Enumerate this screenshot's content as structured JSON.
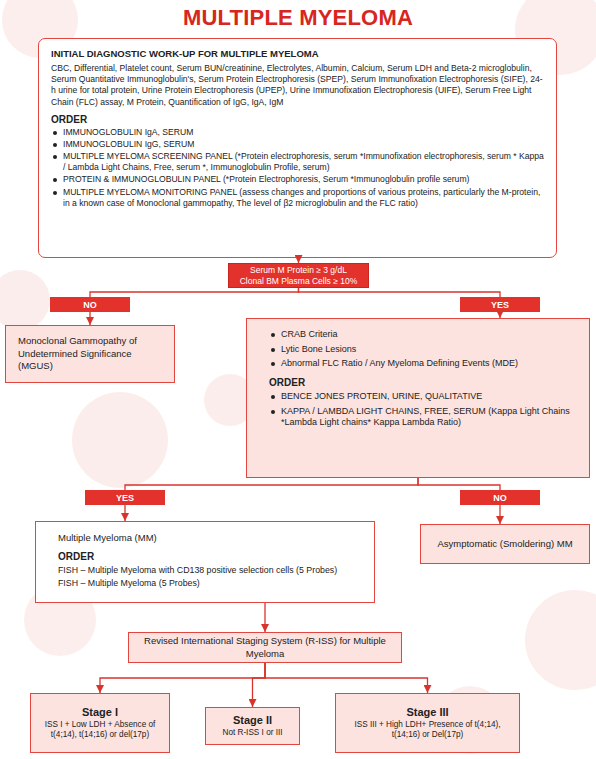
{
  "diagram": {
    "title": "MULTIPLE MYELOMA",
    "nodes": [
      {
        "text": [
          "INITIAL DIAGNOSTIC WORK-UP FOR MULTIPLE MYELOMA",
          "CBC, Differential, Platelet count, Serum BUN/creatinine, Electrolytes, Albumin, Calcium, Serum LDH and Beta-2 microglobulin, Serum Quantitative Immunoglobulin's, Serum Protein Electrophoresis (SPEP), Serum Immunofixation Electrophoresis (SIFE), 24-h urine for total protein, Urine Protein Electrophoresis (UPEP), Urine Immunofixation Electrophoresis (UIFE), Serum Free Light Chain (FLC) assay, M Protein, Quantification of IgG, IgA, IgM",
          "ORDER",
          "IMMUNOGLOBULIN IgA, SERUM",
          "IMMUNOGLOBULIN IgG, SERUM",
          "MULTIPLE MYELOMA SCREENING PANEL (*Protein electrophoresis, serum *Immunofixation electrophoresis, serum * Kappa / Lambda Light Chains, Free, serum *, Immunoglobulin Profile, serum)",
          "PROTEIN & IMMUNOGLOBULIN PANEL (*Protein Electrophoresis, Serum *Immunoglobulin profile serum)",
          "MULTIPLE MYELOMA MONITORING PANEL (assess changes and proportions of various proteins, particularly the M-protein, in a known case of Monoclonal gammopathy, The level of β2 microglobulin and the FLC ratio)"
        ]
      },
      {
        "text": [
          "Serum M Protein ≥ 3 g/dL Clonal BM Plasma Cells ≥ 10%"
        ]
      },
      {
        "text": [
          "NO"
        ]
      },
      {
        "text": [
          "YES"
        ]
      },
      {
        "text": [
          "Monoclonal Gammopathy of Undetermined Significance (MGUS)"
        ]
      },
      {
        "text": [
          "CRAB Criteria",
          "Lytic Bone Lesions",
          "Abnormal FLC Ratio / Any Myeloma Defining Events (MDE)",
          "ORDER",
          "BENCE JONES PROTEIN, URINE, QUALITATIVE",
          "KAPPA / LAMBDA LIGHT CHAINS, FREE, SERUM (Kappa Light Chains *Lambda Light chains* Kappa Lambda Ratio)"
        ]
      },
      {
        "text": [
          "YES"
        ]
      },
      {
        "text": [
          "NO"
        ]
      },
      {
        "text": [
          "Multiple Myeloma (MM)",
          "ORDER",
          "FISH – Multiple Myeloma with CD138 positive selection cells (5 Probes)",
          "FISH – Multiple Myeloma (5 Probes)"
        ]
      },
      {
        "text": [
          "Asymptomatic (Smoldering) MM"
        ]
      },
      {
        "text": [
          "Revised International Staging System (R-ISS) for Multiple Myeloma"
        ]
      },
      {
        "text": [
          "Stage I",
          "ISS I + Low LDH + Absence of t(4;14), t(14;16) or del(17p)"
        ]
      },
      {
        "text": [
          "Stage II",
          "Not R-ISS I or III"
        ]
      },
      {
        "text": [
          "Stage III",
          "ISS III + High LDH+ Presence of t(4;14), t(14;16) or Del(17p)"
        ]
      }
    ],
    "edges": [
      {
        "from": 0,
        "to": 1,
        "arrow": "to"
      },
      {
        "from": 1,
        "to": 2,
        "arrow": "none"
      },
      {
        "from": 1,
        "to": 3,
        "arrow": "none"
      },
      {
        "from": 2,
        "to": 4,
        "arrow": "to"
      },
      {
        "from": 3,
        "to": 5,
        "arrow": "to"
      },
      {
        "from": 5,
        "to": 6,
        "arrow": "none"
      },
      {
        "from": 5,
        "to": 7,
        "arrow": "none"
      },
      {
        "from": 6,
        "to": 8,
        "arrow": "to"
      },
      {
        "from": 7,
        "to": 9,
        "arrow": "to"
      },
      {
        "from": 8,
        "to": 10,
        "arrow": "to"
      },
      {
        "from": 10,
        "to": 11,
        "arrow": "to"
      },
      {
        "from": 10,
        "to": 12,
        "arrow": "to"
      },
      {
        "from": 10,
        "to": 13,
        "arrow": "to"
      }
    ]
  }
}
